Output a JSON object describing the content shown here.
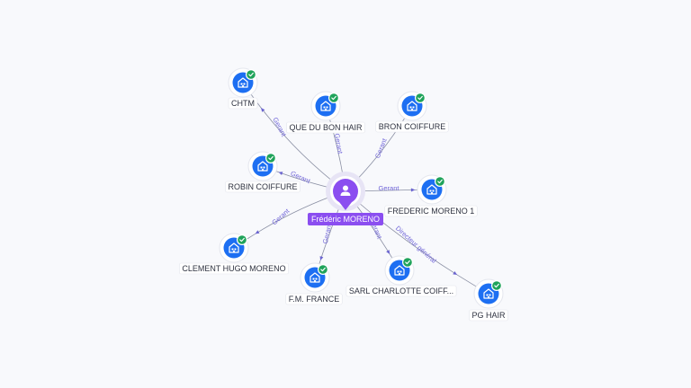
{
  "colors": {
    "company": "#1d6ff2",
    "person": "#8b4ef0",
    "verified_badge": "#1fa35a",
    "edge": "#8a8fa3",
    "edge_label": "#7166d8"
  },
  "center": {
    "label": "Frédéric MORENO",
    "icon": "person-icon"
  },
  "companies": [
    {
      "id": "chtm",
      "label": "CHTM",
      "icon": "building-icon",
      "verified": true,
      "relation": "Gerant"
    },
    {
      "id": "que-du-bon-hair",
      "label": "QUE DU BON HAIR",
      "icon": "building-icon",
      "verified": true,
      "relation": "Gerant"
    },
    {
      "id": "bron-coiffure",
      "label": "BRON COIFFURE",
      "icon": "building-icon",
      "verified": true,
      "relation": "Gerant"
    },
    {
      "id": "robin-coiffure",
      "label": "ROBIN COIFFURE",
      "icon": "building-icon",
      "verified": true,
      "relation": "Gerant"
    },
    {
      "id": "frederic-moreno-1",
      "label": "FREDERIC MORENO 1",
      "icon": "building-icon",
      "verified": true,
      "relation": "Gerant"
    },
    {
      "id": "clement-hugo-moreno",
      "label": "CLEMENT HUGO MORENO",
      "icon": "building-icon",
      "verified": true,
      "relation": "Gerant"
    },
    {
      "id": "fm-france",
      "label": "F.M. FRANCE",
      "icon": "building-icon",
      "verified": true,
      "relation": "Gerant"
    },
    {
      "id": "sarl-charlotte-coiff",
      "label": "SARL CHARLOTTE COIFF...",
      "icon": "building-icon",
      "verified": true,
      "relation": "Gerant"
    },
    {
      "id": "pg-hair",
      "label": "PG HAIR",
      "icon": "building-icon",
      "verified": true,
      "relation": "Directeur général"
    }
  ]
}
